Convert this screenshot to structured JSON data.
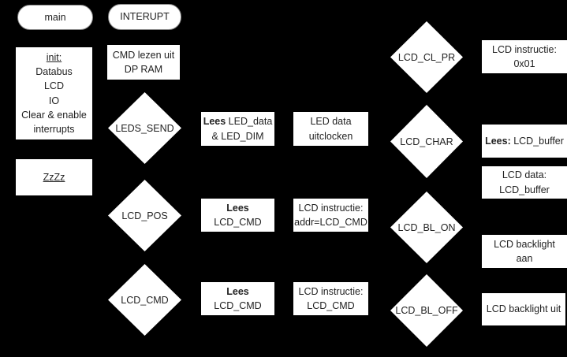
{
  "colors": {
    "background": "#000000",
    "shape_fill": "#ffffff",
    "text": "#222222"
  },
  "terminators": {
    "main": "main",
    "interrupt": "INTERUPT"
  },
  "main_flow": {
    "init_box": {
      "title": "init:",
      "lines": [
        "Databus",
        "LCD",
        "IO",
        "Clear & enable",
        "interrupts"
      ]
    },
    "sleep_box": "ZzZz"
  },
  "interrupt_flow": {
    "cmd_read_box": {
      "line1": "CMD lezen uit",
      "line2": "DP RAM"
    }
  },
  "decisions": {
    "leds_send": "LEDS_SEND",
    "lcd_pos": "LCD_POS",
    "lcd_cmd": "LCD_CMD",
    "lcd_cl_pr": "LCD_CL_PR",
    "lcd_char": "LCD_CHAR",
    "lcd_bl_on": "LCD_BL_ON",
    "lcd_bl_off": "LCD_BL_OFF"
  },
  "process_boxes": {
    "lees_led": {
      "bold": "Lees",
      "rest": " LED_data",
      "line2": "& LED_DIM"
    },
    "led_uitclocken": {
      "line1": "LED data",
      "line2": "uitclocken"
    },
    "lees_lcd_cmd_1": {
      "bold": "Lees",
      "line2": "LCD_CMD"
    },
    "lcd_instr_addr": {
      "line1": "LCD instructie:",
      "line2": "addr=LCD_CMD"
    },
    "lees_lcd_cmd_2": {
      "bold": "Lees",
      "line2": "LCD_CMD"
    },
    "lcd_instr_cmd": {
      "line1": "LCD instructie:",
      "line2": "LCD_CMD"
    },
    "lcd_instr_0x01": {
      "line1": "LCD instructie:",
      "line2": "0x01"
    },
    "lees_lcd_buffer": {
      "bold": "Lees:",
      "rest": " LCD_buffer"
    },
    "lcd_data_buffer": {
      "line1": "LCD data:",
      "line2": "LCD_buffer"
    },
    "backlight_aan": {
      "line1": "LCD backlight",
      "line2": "aan"
    },
    "backlight_uit": {
      "line1": "LCD backlight uit"
    }
  }
}
